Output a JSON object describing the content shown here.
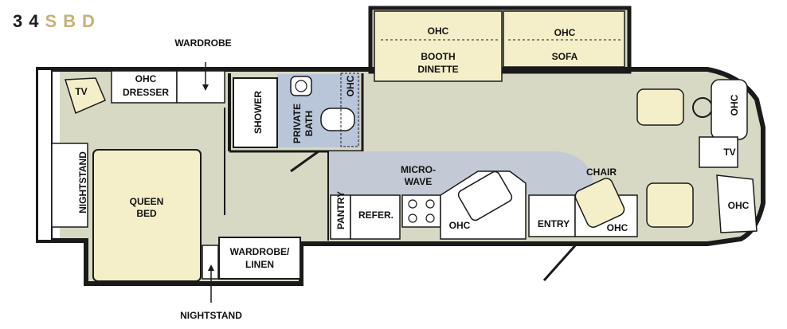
{
  "model": {
    "number": "34",
    "letters": "SBD"
  },
  "colors": {
    "floor": "#d8d9c5",
    "bath": "#b9c5d9",
    "galley": "#c3cad6",
    "furniture": "#f4efc9",
    "wall": "#1a1a1a",
    "accent": "#c9b07a"
  },
  "labels": {
    "wardrobe_top": "WARDROBE",
    "nightstand_bottom": "NIGHTSTAND",
    "tv_bedroom": "TV",
    "ohc_dresser_1": "OHC",
    "ohc_dresser_2": "DRESSER",
    "shower": "SHOWER",
    "private_bath_1": "PRIVATE",
    "private_bath_2": "BATH",
    "ohc_bath": "OHC",
    "nightstand_left": "NIGHTSTAND",
    "queen_bed_1": "QUEEN",
    "queen_bed_2": "BED",
    "wardrobe_linen_1": "WARDROBE/",
    "wardrobe_linen_2": "LINEN",
    "ohc_booth": "OHC",
    "booth_dinette_1": "BOOTH",
    "booth_dinette_2": "DINETTE",
    "ohc_sofa": "OHC",
    "sofa": "SOFA",
    "microwave_1": "MICRO-",
    "microwave_2": "WAVE",
    "pantry": "PANTRY",
    "refer": "REFER.",
    "ohc_galley": "OHC",
    "chair": "CHAIR",
    "entry": "ENTRY",
    "ohc_entry": "OHC",
    "ohc_cockpit_top": "OHC",
    "tv_cockpit": "TV",
    "ohc_cockpit_bottom": "OHC"
  }
}
